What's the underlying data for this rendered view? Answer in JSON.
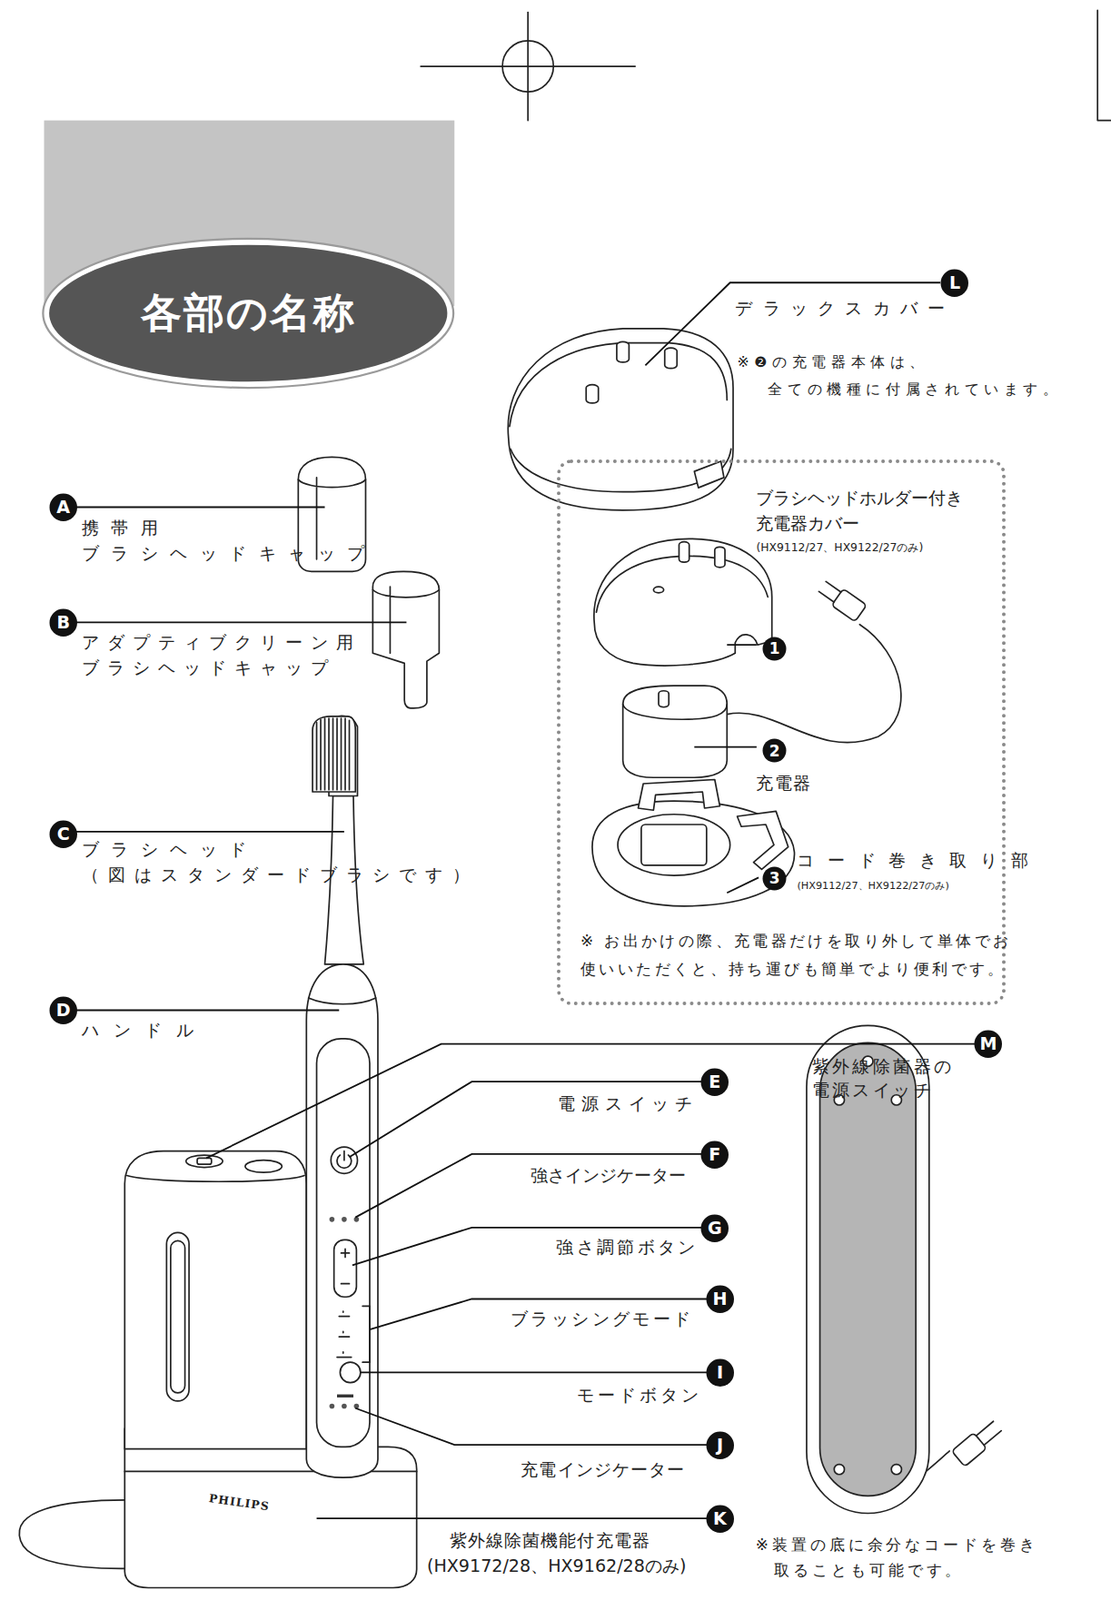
{
  "diagram": {
    "title": "各部の名称",
    "nodes": [
      {
        "text": [
          "L"
        ]
      },
      {
        "text": [
          "A"
        ]
      },
      {
        "text": [
          "B"
        ]
      },
      {
        "text": [
          "ブラシヘッドホルダー付き 充電器カバー",
          "(HX9112/27、HX9122/27のみ)",
          "充電器",
          "コード巻き取り部",
          "(HX9112/27、HX9122/27のみ)",
          "※ お出かけの際、充電器だけを取り外して単体でお 使いいただくと、持ち運びも簡単でより便利です。"
        ]
      },
      {
        "text": [
          "1"
        ],
        "in": 3
      },
      {
        "text": [
          "2"
        ],
        "in": 3
      },
      {
        "text": [
          "3"
        ],
        "in": 3
      },
      {
        "text": [
          "C"
        ]
      },
      {
        "text": [
          "D"
        ]
      },
      {
        "text": [
          "M"
        ]
      },
      {
        "text": [
          "E"
        ]
      },
      {
        "text": [
          "F"
        ]
      },
      {
        "text": [
          "G"
        ]
      },
      {
        "text": [
          "H"
        ]
      },
      {
        "text": [
          "I"
        ]
      },
      {
        "text": [
          "J"
        ]
      },
      {
        "text": [
          "K"
        ]
      }
    ],
    "labels": [
      "デラックスカバー",
      "※❷の充電器本体は、 全ての機種に付属されています。",
      "携帯用 ブラシヘッドキャップ",
      "アダプティブクリーン用 ブラシヘッドキャップ",
      "ブラシヘッド",
      "（図はスタンダードブラシです）",
      "ハンドル",
      "紫外線除菌器の 電源スイッチ",
      "電源スイッチ",
      "強さインジケーター",
      "強さ調節ボタン",
      "ブラッシングモード",
      "モードボタン",
      "充電インジケーター",
      "紫外線除菌機能付充電器",
      "(HX9172/28、HX9162/28のみ)",
      "※装置の底に余分なコードを巻き 取ることも可能です。",
      "PHILIPS"
    ]
  }
}
